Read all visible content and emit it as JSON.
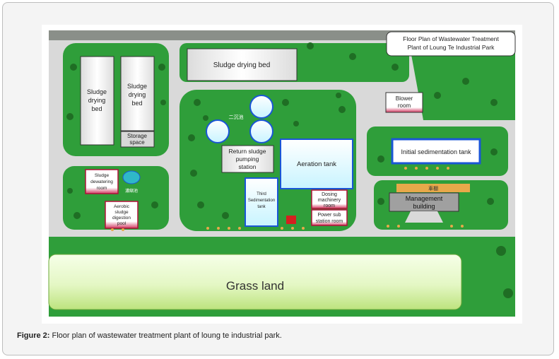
{
  "map": {
    "title_line1": "Floor Plan of Wastewater Treatment",
    "title_line2": "Plant of Loung Te Industrial Park",
    "labels": {
      "sludge_drying_bed_top": "Sludge drying bed",
      "sludge_drying_bed_left_1": "Sludge",
      "sludge_drying_bed_left_2": "drying",
      "sludge_drying_bed_left_3": "bed",
      "sludge_drying_bed_mid_1": "Sludge",
      "sludge_drying_bed_mid_2": "drying",
      "sludge_drying_bed_mid_3": "bed",
      "storage_1": "Storage",
      "storage_2": "space",
      "blower_1": "Blower",
      "blower_2": "room",
      "initial_sedimentation": "Initial sedimentation tank",
      "management_sign": "車棚",
      "management_1": "Management",
      "management_2": "building",
      "secondary_tank": "二沉池",
      "return_sludge_1": "Return sludge",
      "return_sludge_2": "pumping",
      "return_sludge_3": "station",
      "aeration": "Aeration tank",
      "third_sed_1": "Third",
      "third_sed_2": "Sedimentation",
      "third_sed_3": "tank",
      "dosing_1": "Dosing",
      "dosing_2": "machinery",
      "dosing_3": "room",
      "power_1": "Power sub",
      "power_2": "station room",
      "dewatering_1": "Sludge",
      "dewatering_2": "dewatering",
      "dewatering_3": "room",
      "pond_label": "濃縮池",
      "aerobic_1": "Aerobic",
      "aerobic_2": "sludge",
      "aerobic_3": "digestion",
      "aerobic_4": "pool",
      "grass_land": "Grass land"
    },
    "colors": {
      "green": "#2f9e3a",
      "road": "#d9d9d9",
      "blue_tank": "#1a56d6",
      "red_accent": "#b0123a"
    }
  },
  "caption": {
    "label": "Figure 2:",
    "text": " Floor plan of wastewater treatment plant of loung te industrial park."
  }
}
